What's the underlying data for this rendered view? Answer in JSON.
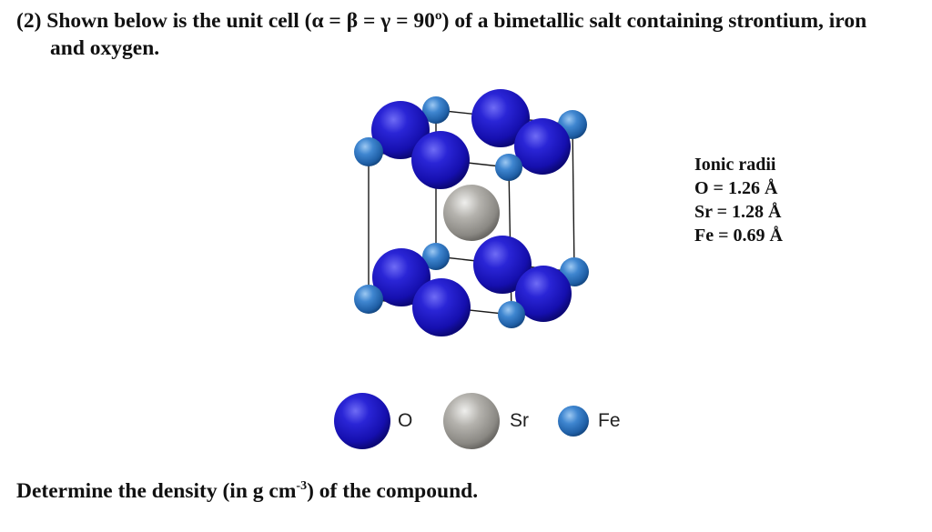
{
  "question": {
    "line1": "(2) Shown below is the unit cell (α = β = γ = 90º) of a bimetallic salt containing strontium, iron",
    "line2": "and oxygen."
  },
  "ionic_radii": {
    "title": "Ionic radii",
    "items": [
      "O = 1.26 Å",
      "Sr = 1.28 Å",
      "Fe = 0.69 Å"
    ]
  },
  "legend": [
    {
      "key": "O",
      "label": "O",
      "color": "#1c17c6"
    },
    {
      "key": "Sr",
      "label": "Sr",
      "color": "#a3a19c"
    },
    {
      "key": "Fe",
      "label": "Fe",
      "color": "#2f79c8"
    }
  ],
  "task": {
    "prefix": "Determine the density (in g cm",
    "exponent": "-3",
    "suffix": ") of the compound."
  }
}
